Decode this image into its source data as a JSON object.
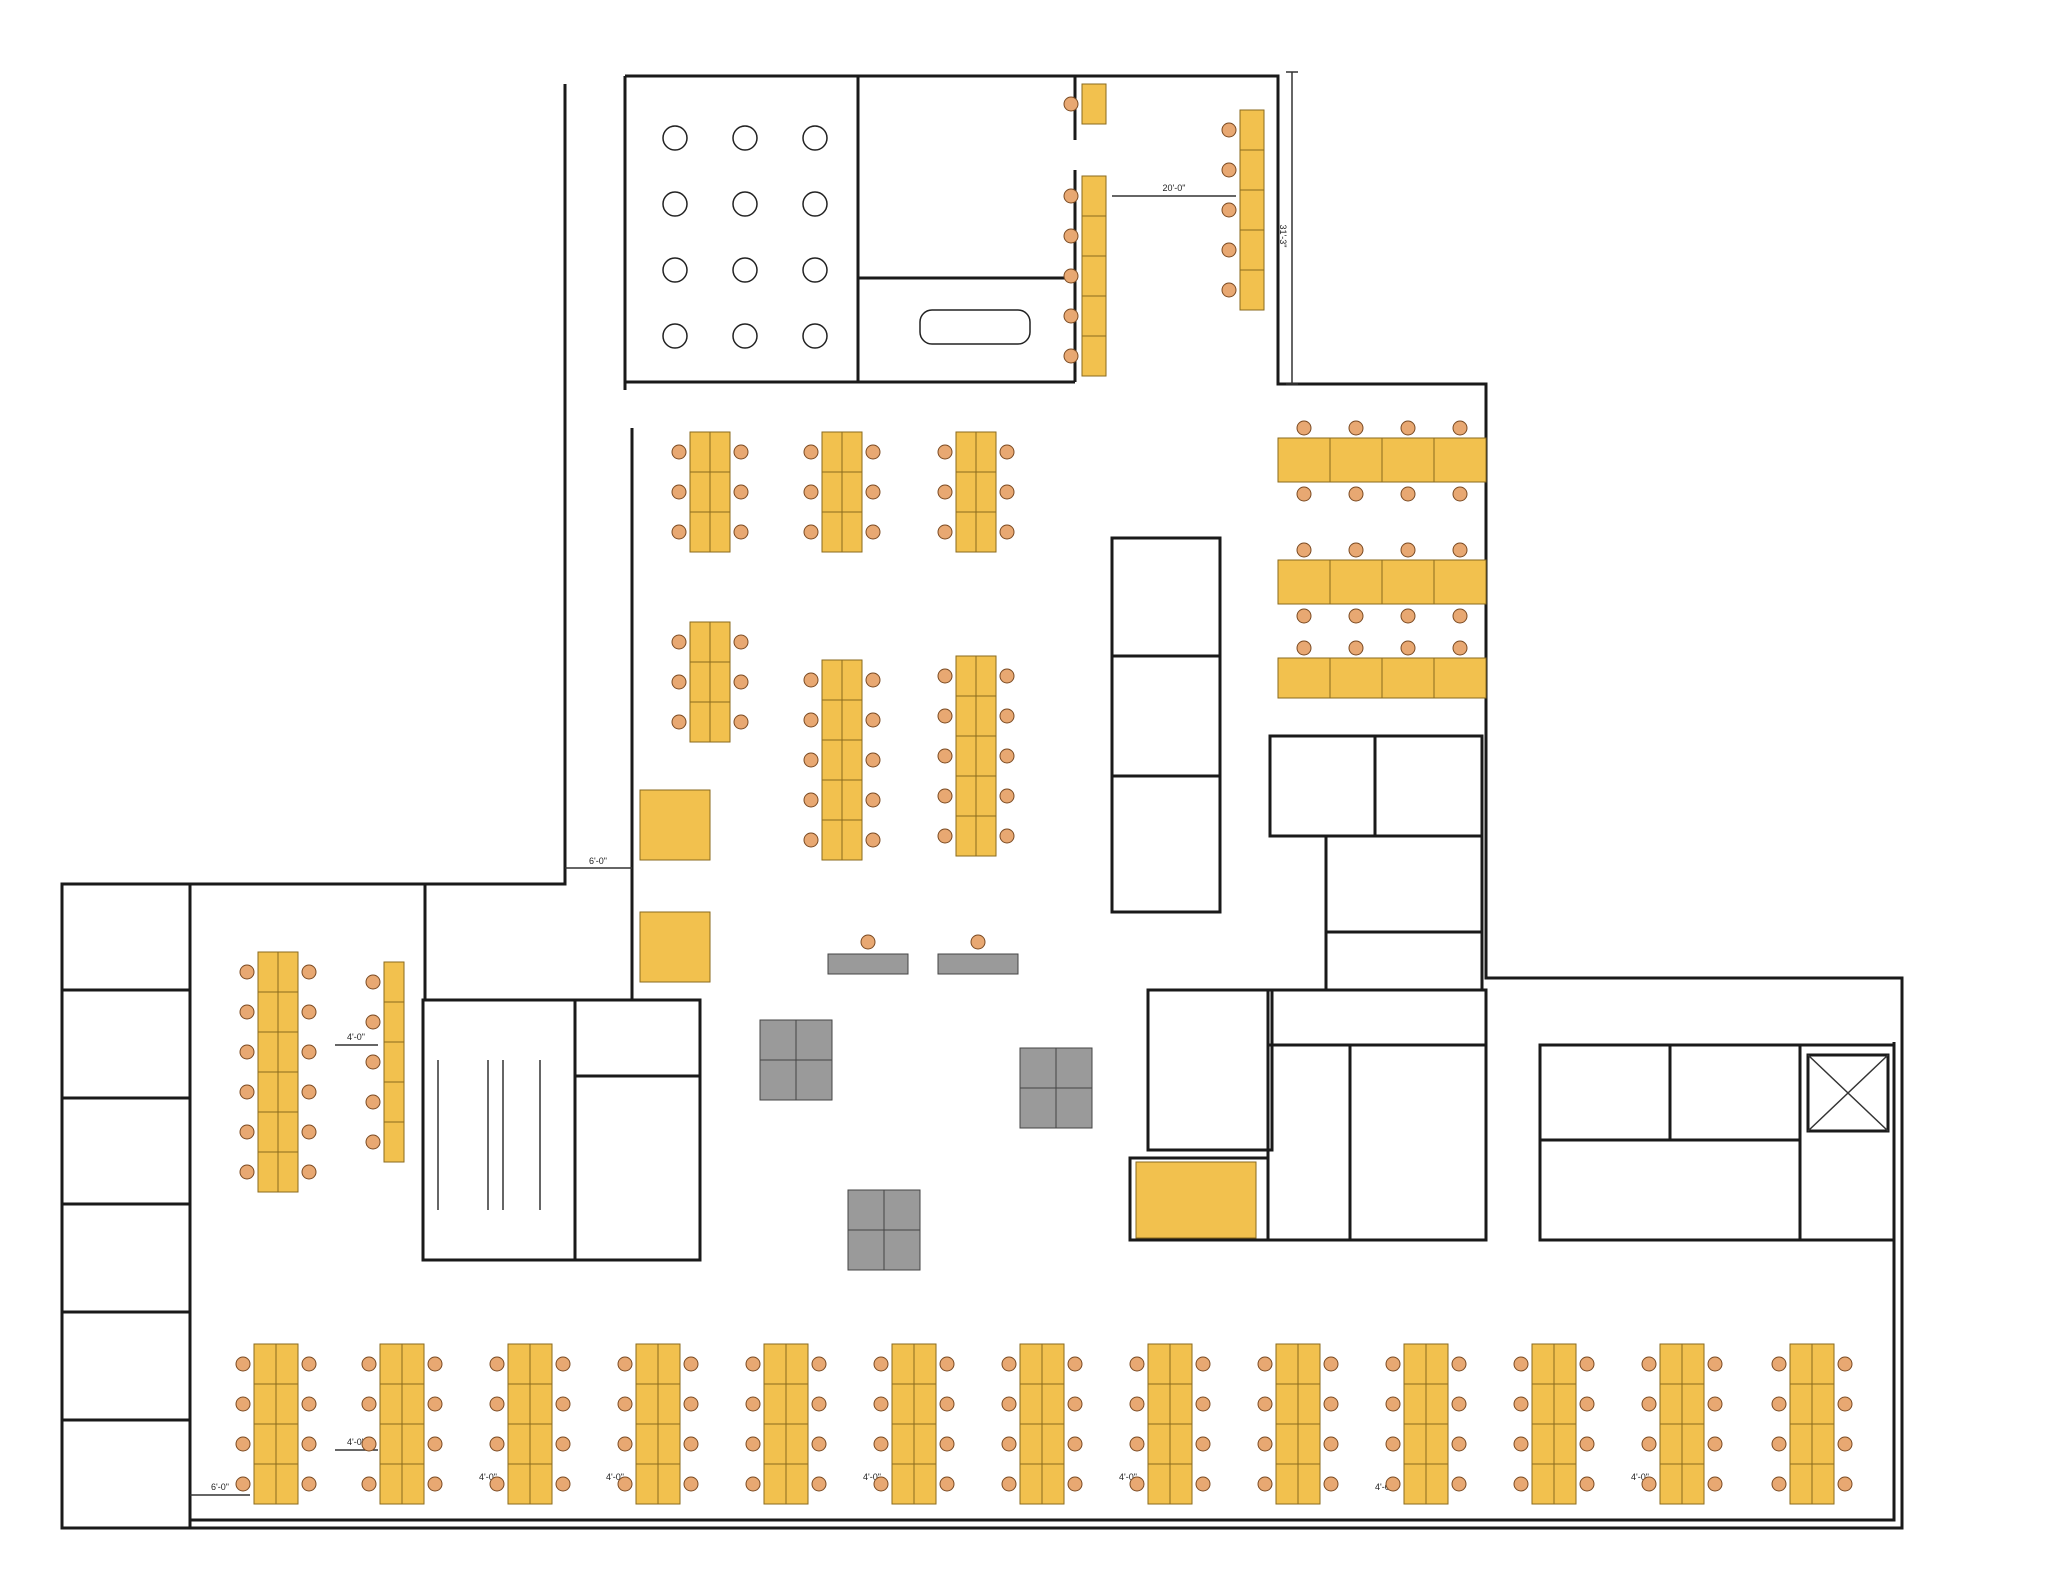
{
  "colors": {
    "desk": "#f2c14e",
    "desk_stroke": "#8a6a1e",
    "chair": "#e8a872",
    "chair_stroke": "#7a4a22",
    "gray_desk": "#9a9a9a",
    "wall": "#1a1a1a"
  },
  "dimensions": {
    "corridor_top": "6'-0\"",
    "aisle_left": "4'-0\"",
    "aisle_left_lower": "4'-0\"",
    "corridor_bottom_left": "6'-0\"",
    "upper_right_width": "20'-0\"",
    "upper_right_height": "31'-3\"",
    "bottom_aisles": [
      "4'-0\"",
      "4'-0\"",
      "4'-0\"",
      "4'-0\"",
      "4'-0\"",
      "4'-0\""
    ]
  }
}
